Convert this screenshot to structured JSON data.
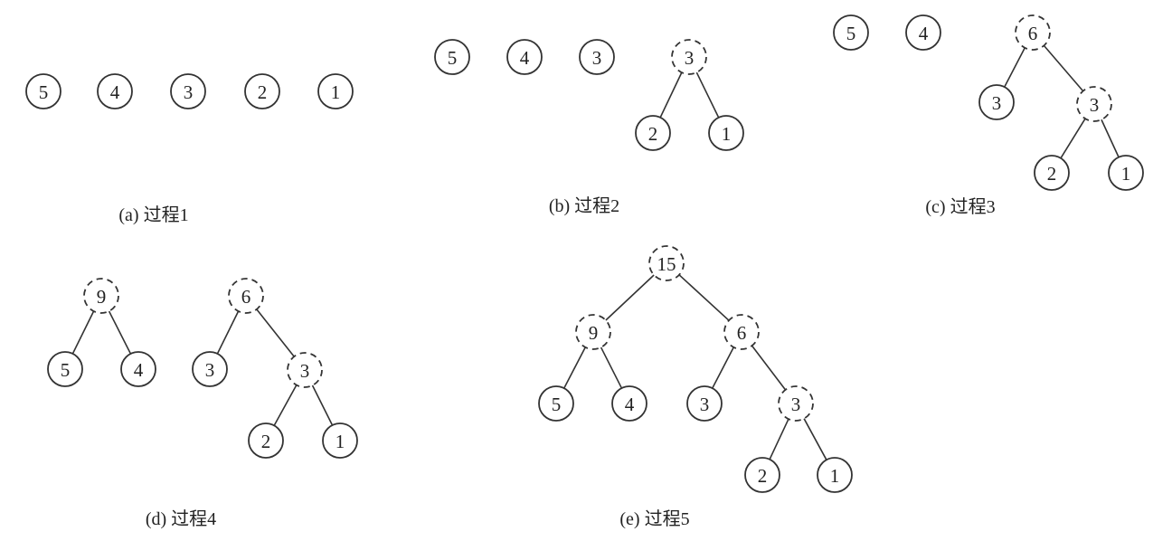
{
  "panels": [
    {
      "id": "a",
      "caption": "(a) 过程1",
      "nodes": [
        {
          "id": "a5",
          "label": "5",
          "dashed": false
        },
        {
          "id": "a4",
          "label": "4",
          "dashed": false
        },
        {
          "id": "a3",
          "label": "3",
          "dashed": false
        },
        {
          "id": "a2",
          "label": "2",
          "dashed": false
        },
        {
          "id": "a1",
          "label": "1",
          "dashed": false
        }
      ],
      "edges": []
    },
    {
      "id": "b",
      "caption": "(b) 过程2",
      "nodes": [
        {
          "id": "b5",
          "label": "5",
          "dashed": false
        },
        {
          "id": "b4",
          "label": "4",
          "dashed": false
        },
        {
          "id": "b3",
          "label": "3",
          "dashed": false
        },
        {
          "id": "b3m",
          "label": "3",
          "dashed": true
        },
        {
          "id": "b2",
          "label": "2",
          "dashed": false
        },
        {
          "id": "b1",
          "label": "1",
          "dashed": false
        }
      ],
      "edges": [
        [
          "b3m",
          "b2"
        ],
        [
          "b3m",
          "b1"
        ]
      ]
    },
    {
      "id": "c",
      "caption": "(c) 过程3",
      "nodes": [
        {
          "id": "c5",
          "label": "5",
          "dashed": false
        },
        {
          "id": "c4",
          "label": "4",
          "dashed": false
        },
        {
          "id": "c6",
          "label": "6",
          "dashed": true
        },
        {
          "id": "c3",
          "label": "3",
          "dashed": false
        },
        {
          "id": "c3m",
          "label": "3",
          "dashed": true
        },
        {
          "id": "c2",
          "label": "2",
          "dashed": false
        },
        {
          "id": "c1",
          "label": "1",
          "dashed": false
        }
      ],
      "edges": [
        [
          "c6",
          "c3"
        ],
        [
          "c6",
          "c3m"
        ],
        [
          "c3m",
          "c2"
        ],
        [
          "c3m",
          "c1"
        ]
      ]
    },
    {
      "id": "d",
      "caption": "(d) 过程4",
      "nodes": [
        {
          "id": "d9",
          "label": "9",
          "dashed": true
        },
        {
          "id": "d5",
          "label": "5",
          "dashed": false
        },
        {
          "id": "d4",
          "label": "4",
          "dashed": false
        },
        {
          "id": "d6",
          "label": "6",
          "dashed": true
        },
        {
          "id": "d3",
          "label": "3",
          "dashed": false
        },
        {
          "id": "d3m",
          "label": "3",
          "dashed": true
        },
        {
          "id": "d2",
          "label": "2",
          "dashed": false
        },
        {
          "id": "d1",
          "label": "1",
          "dashed": false
        }
      ],
      "edges": [
        [
          "d9",
          "d5"
        ],
        [
          "d9",
          "d4"
        ],
        [
          "d6",
          "d3"
        ],
        [
          "d6",
          "d3m"
        ],
        [
          "d3m",
          "d2"
        ],
        [
          "d3m",
          "d1"
        ]
      ]
    },
    {
      "id": "e",
      "caption": "(e) 过程5",
      "nodes": [
        {
          "id": "e15",
          "label": "15",
          "dashed": true
        },
        {
          "id": "e9",
          "label": "9",
          "dashed": true
        },
        {
          "id": "e6",
          "label": "6",
          "dashed": true
        },
        {
          "id": "e5",
          "label": "5",
          "dashed": false
        },
        {
          "id": "e4",
          "label": "4",
          "dashed": false
        },
        {
          "id": "e3",
          "label": "3",
          "dashed": false
        },
        {
          "id": "e3m",
          "label": "3",
          "dashed": true
        },
        {
          "id": "e2",
          "label": "2",
          "dashed": false
        },
        {
          "id": "e1",
          "label": "1",
          "dashed": false
        }
      ],
      "edges": [
        [
          "e15",
          "e9"
        ],
        [
          "e15",
          "e6"
        ],
        [
          "e9",
          "e5"
        ],
        [
          "e9",
          "e4"
        ],
        [
          "e6",
          "e3"
        ],
        [
          "e6",
          "e3m"
        ],
        [
          "e3m",
          "e2"
        ],
        [
          "e3m",
          "e1"
        ]
      ]
    }
  ]
}
